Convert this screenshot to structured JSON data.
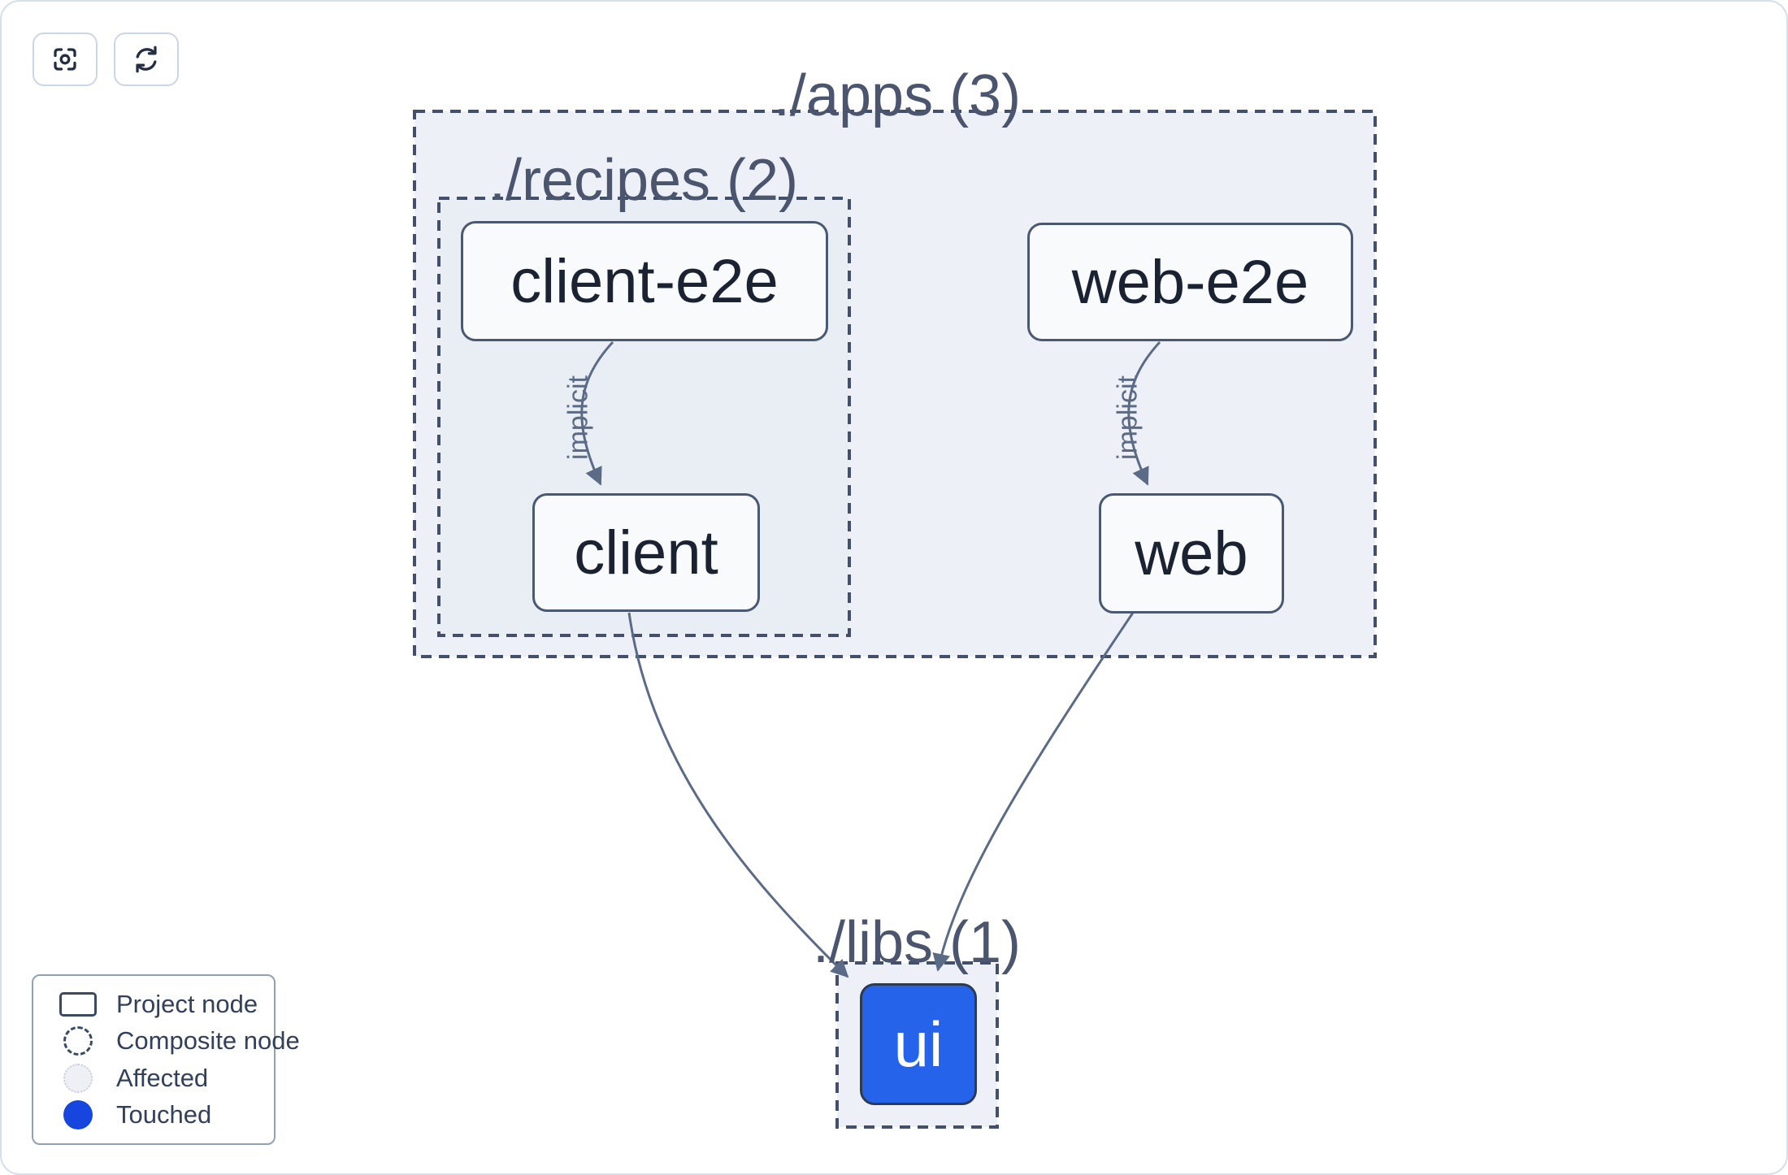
{
  "toolbar": {
    "buttons": [
      {
        "id": "focus",
        "icon": "focus-crosshair-icon",
        "label": ""
      },
      {
        "id": "refresh",
        "icon": "refresh-icon",
        "label": ""
      }
    ]
  },
  "graph": {
    "containers": [
      {
        "id": "apps",
        "label": "./apps (3)"
      },
      {
        "id": "recipes",
        "label": "./recipes (2)"
      },
      {
        "id": "libs",
        "label": "./libs (1)"
      }
    ],
    "nodes": [
      {
        "id": "client-e2e",
        "label": "client-e2e",
        "type": "project",
        "state": "default"
      },
      {
        "id": "web-e2e",
        "label": "web-e2e",
        "type": "project",
        "state": "default"
      },
      {
        "id": "client",
        "label": "client",
        "type": "project",
        "state": "default"
      },
      {
        "id": "web",
        "label": "web",
        "type": "project",
        "state": "default"
      },
      {
        "id": "ui",
        "label": "ui",
        "type": "project",
        "state": "touched"
      }
    ],
    "edges": [
      {
        "from": "client-e2e",
        "to": "client",
        "label": "implicit"
      },
      {
        "from": "web-e2e",
        "to": "web",
        "label": "implicit"
      },
      {
        "from": "client",
        "to": "ui",
        "label": ""
      },
      {
        "from": "web",
        "to": "ui",
        "label": ""
      }
    ]
  },
  "legend": {
    "items": [
      {
        "symbol": "project-node-symbol",
        "label": "Project node"
      },
      {
        "symbol": "composite-node-symbol",
        "label": "Composite node"
      },
      {
        "symbol": "affected-symbol",
        "label": "Affected"
      },
      {
        "symbol": "touched-symbol",
        "label": "Touched"
      }
    ]
  },
  "colors": {
    "touched_node_fill": "#2563eb",
    "touched_legend_dot": "#1646dd",
    "composite_container_fill": "#edf1f7",
    "dashed_border": "#445069",
    "edge_stroke": "#5c6b85",
    "node_fill": "#f8fafc",
    "node_border": "#4a5871",
    "node_text": "#1b2333",
    "container_title_text": "#4b566e",
    "canvas_border": "#d7dfeb"
  }
}
